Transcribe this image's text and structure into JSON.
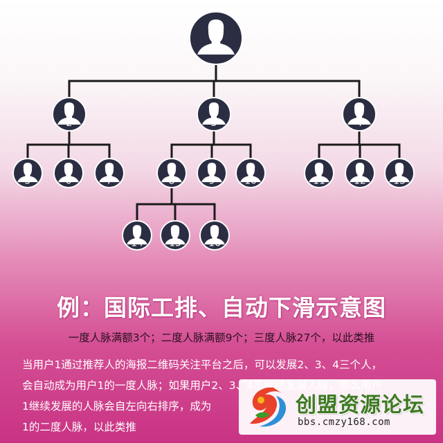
{
  "nodes": [
    {
      "id": "1",
      "label": "1",
      "parent": null
    },
    {
      "id": "2",
      "label": "2",
      "parent": "1"
    },
    {
      "id": "3",
      "label": "3",
      "parent": "1"
    },
    {
      "id": "4",
      "label": "4",
      "parent": "1"
    },
    {
      "id": "5",
      "label": "5",
      "parent": "2"
    },
    {
      "id": "6",
      "label": "6",
      "parent": "2"
    },
    {
      "id": "7",
      "label": "7",
      "parent": "2"
    },
    {
      "id": "8",
      "label": "8",
      "parent": "3"
    },
    {
      "id": "9",
      "label": "9",
      "parent": "3"
    },
    {
      "id": "10",
      "label": "10",
      "parent": "3"
    },
    {
      "id": "11",
      "label": "11",
      "parent": "4"
    },
    {
      "id": "12",
      "label": "12",
      "parent": "4"
    },
    {
      "id": "13",
      "label": "13",
      "parent": "4"
    },
    {
      "id": "14",
      "label": "14",
      "parent": "8"
    },
    {
      "id": "15",
      "label": "15",
      "parent": "8"
    },
    {
      "id": "16",
      "label": "16",
      "parent": "8"
    }
  ],
  "title": "例：国际工排、自动下滑示意图",
  "subtitle": "一度人脉满额3个；二度人脉满额9个；三度人脉27个，以此类推",
  "paragraph": [
    "当用户1通过推荐人的海报二维码关注平台之后，可以发展2、3、4三个人，",
    "会自动成为用户1的一度人脉；如果用户2、3、4不继续发展人脉，那么用户",
    "1继续发展的人脉会自左向右排序，成为",
    "1的二度人脉，以此类推"
  ],
  "watermark": {
    "title": "创盟资源论坛",
    "url": "bbs.cmzy168.com"
  },
  "colors": {
    "node_fill": "#2b2d42",
    "node_ring": "#ffffff",
    "silhouette": "#ffffff",
    "connector": "#1a1a1a",
    "watermark_green": "#3d7a22"
  }
}
